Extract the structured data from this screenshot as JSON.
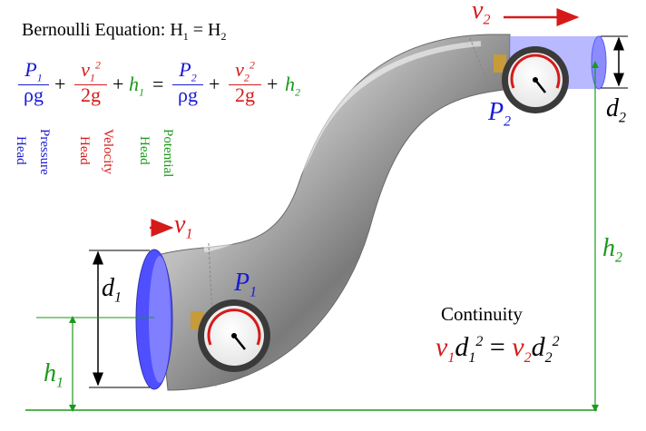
{
  "title": {
    "prefix": "Bernoulli Equation: ",
    "h": "H",
    "sub1": "1",
    "eq": " = ",
    "sub2": "2"
  },
  "equation": {
    "P": "P",
    "rho_g": "ρg",
    "v": "v",
    "two_g": "2g",
    "h": "h",
    "sq": "2",
    "one": "1",
    "two": "2",
    "plus": "+",
    "equals": "="
  },
  "heads": {
    "pressure": [
      "Head",
      "Pressure"
    ],
    "velocity": [
      "Head",
      "Velocity"
    ],
    "potential": [
      "Head",
      "Potential"
    ]
  },
  "labels": {
    "v": "v",
    "P": "P",
    "d": "d",
    "h": "h",
    "one": "1",
    "two": "2"
  },
  "continuity": {
    "title": "Continuity",
    "v": "v",
    "d": "d",
    "one": "1",
    "two": "2",
    "sq": "2",
    "equals": "="
  },
  "colors": {
    "pressure": "#1a1ad6",
    "velocity": "#d61a1a",
    "potential": "#1a9a1a",
    "text": "#000000",
    "pipe": "#9a9a9a",
    "pipe_end": "#5a5aff"
  },
  "icons": [
    "pressure-gauge-icon",
    "flow-arrow-icon",
    "dimension-arrow-icon"
  ]
}
